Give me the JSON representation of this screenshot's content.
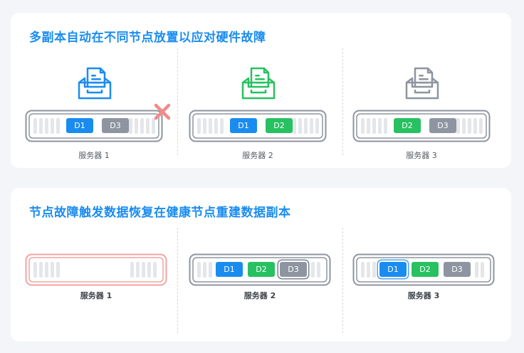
{
  "colors": {
    "blue": "#1a8cf0",
    "green": "#27c161",
    "gray": "#8e95a0",
    "red_error": "#f28b8b",
    "disk_border": "#8e95a0",
    "slot": "#e4e6ea"
  },
  "section1": {
    "title": "多副本自动在不同节点放置以应对硬件故障",
    "servers": [
      {
        "label": "服务器 1",
        "icon": "blue-document-tray-icon",
        "failed": true,
        "chips": [
          {
            "text": "D1",
            "color": "blue"
          },
          {
            "text": "D3",
            "color": "gray"
          }
        ]
      },
      {
        "label": "服务器 2",
        "icon": "green-document-tray-icon",
        "failed": false,
        "chips": [
          {
            "text": "D1",
            "color": "blue"
          },
          {
            "text": "D2",
            "color": "green"
          }
        ]
      },
      {
        "label": "服务器 3",
        "icon": "gray-document-tray-icon",
        "failed": false,
        "chips": [
          {
            "text": "D2",
            "color": "green"
          },
          {
            "text": "D3",
            "color": "gray"
          }
        ]
      }
    ]
  },
  "section2": {
    "title": "节点故障触发数据恢复在健康节点重建数据副本",
    "servers": [
      {
        "label": "服务器 1",
        "failed": true,
        "chips": []
      },
      {
        "label": "服务器 2",
        "failed": false,
        "chips": [
          {
            "text": "D1",
            "color": "blue"
          },
          {
            "text": "D2",
            "color": "green"
          },
          {
            "text": "D3",
            "color": "gray",
            "rebuilt": true
          }
        ]
      },
      {
        "label": "服务器 3",
        "failed": false,
        "chips": [
          {
            "text": "D1",
            "color": "blue",
            "rebuilt": true
          },
          {
            "text": "D2",
            "color": "green"
          },
          {
            "text": "D3",
            "color": "gray"
          }
        ]
      }
    ]
  }
}
